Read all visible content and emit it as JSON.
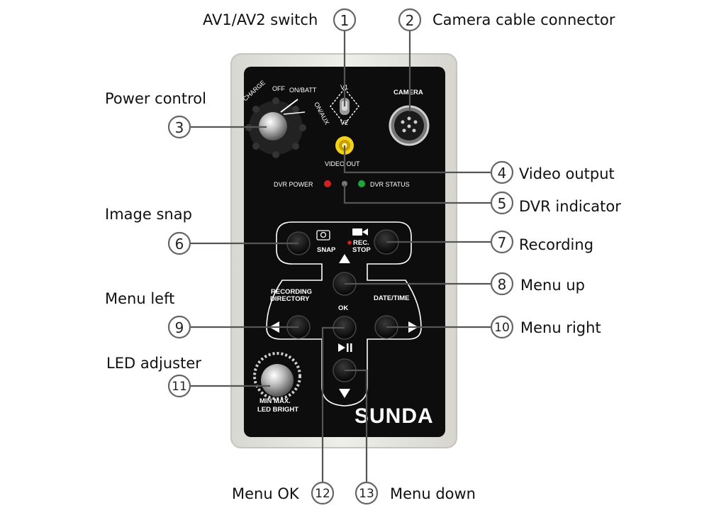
{
  "callouts": [
    {
      "num": "1",
      "label": "AV1/AV2 switch"
    },
    {
      "num": "2",
      "label": "Camera cable connector"
    },
    {
      "num": "3",
      "label": "Power control"
    },
    {
      "num": "4",
      "label": "Video output"
    },
    {
      "num": "5",
      "label": "DVR indicator"
    },
    {
      "num": "6",
      "label": "Image snap"
    },
    {
      "num": "7",
      "label": "Recording"
    },
    {
      "num": "8",
      "label": "Menu up"
    },
    {
      "num": "9",
      "label": "Menu left"
    },
    {
      "num": "10",
      "label": "Menu right"
    },
    {
      "num": "11",
      "label": "LED adjuster"
    },
    {
      "num": "12",
      "label": "Menu OK"
    },
    {
      "num": "13",
      "label": "Menu down"
    }
  ],
  "panel": {
    "brand": "SUNDA",
    "camera": "CAMERA",
    "v1": "V1",
    "v2": "V2",
    "video_out": "VIDEO OUT",
    "dvr_power": "DVR POWER",
    "dvr_status": "DVR STATUS",
    "charge": "CHARGE",
    "off": "OFF",
    "on_batt": "ON/BATT",
    "on_aux": "ON/AUX",
    "snap": "SNAP",
    "rec": "REC.",
    "stop": "STOP",
    "recording": "RECORDING",
    "directory": "DIRECTORY",
    "date_time": "DATE/TIME",
    "ok": "OK",
    "led_minmax": "MIN   MAX.",
    "led_bright": "LED BRIGHT"
  },
  "colors": {
    "panel_face": "#0d0d0d",
    "housing": "#e6e6e0",
    "led_red": "#d42020",
    "led_green": "#1fa53a",
    "rca_yellow": "#f2d21a"
  }
}
